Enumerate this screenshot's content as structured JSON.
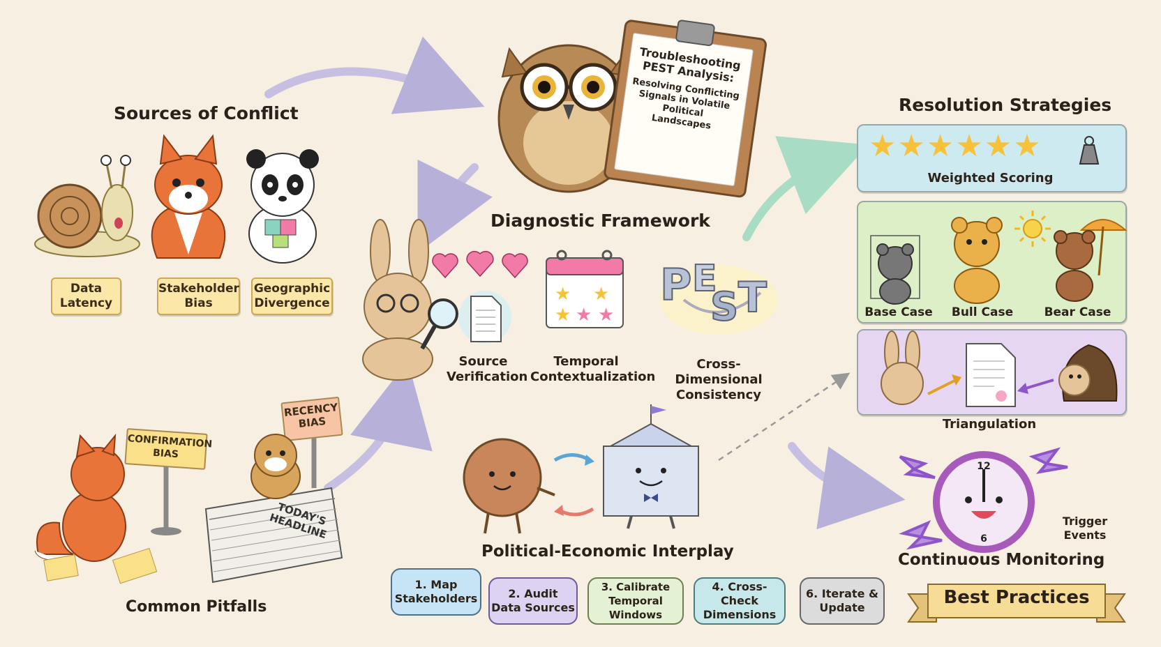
{
  "clipboard": {
    "title_line1": "Troubleshooting",
    "title_line2": "PEST Analysis:",
    "subtitle_line1": "Resolving Conflicting",
    "subtitle_line2": "Signals in Volatile",
    "subtitle_line3": "Political",
    "subtitle_line4": "Landscapes"
  },
  "sources": {
    "heading": "Sources of Conflict",
    "items": [
      {
        "line1": "Data",
        "line2": "Latency"
      },
      {
        "line1": "Stakeholder",
        "line2": "Bias"
      },
      {
        "line1": "Geographic",
        "line2": "Divergence"
      }
    ]
  },
  "pitfalls": {
    "heading": "Common Pitfalls",
    "confirmation_line1": "CONFIRMATION",
    "confirmation_line2": "BIAS",
    "recency_line1": "RECENCY",
    "recency_line2": "BIAS",
    "newspaper_line1": "TODAY'S",
    "newspaper_line2": "HEADLINE"
  },
  "diagnostic": {
    "heading": "Diagnostic Framework",
    "items": [
      {
        "line1": "Source",
        "line2": "Verification"
      },
      {
        "line1": "Temporal",
        "line2": "Contextualization"
      },
      {
        "line1": "Cross-Dimensional",
        "line2": "Consistency"
      }
    ],
    "pest_letters": [
      "P",
      "E",
      "S",
      "T"
    ]
  },
  "interplay": {
    "heading": "Political-Economic Interplay"
  },
  "resolution": {
    "heading": "Resolution Strategies",
    "weighted": "Weighted Scoring",
    "cases": [
      "Base Case",
      "Bull Case",
      "Bear Case"
    ],
    "triangulation": "Triangulation"
  },
  "monitoring": {
    "heading": "Continuous Monitoring",
    "trigger_line1": "Trigger",
    "trigger_line2": "Events",
    "clock_12": "12",
    "clock_6": "6"
  },
  "best_practices": {
    "banner": "Best Practices",
    "steps": [
      {
        "line1": "1. Map",
        "line2": "Stakeholders"
      },
      {
        "line1": "2. Audit",
        "line2": "Data Sources"
      },
      {
        "line1": "3. Calibrate",
        "line2": "Temporal Windows"
      },
      {
        "line1": "4. Cross-Check",
        "line2": "Dimensions"
      },
      {
        "line1": "6. Iterate &",
        "line2": "Update"
      }
    ]
  },
  "colors": {
    "background": "#f6efe2",
    "tag_yellow": "#fbe7a8",
    "panel_blue": "#cdeaf0",
    "panel_green": "#dcefc6",
    "panel_purple": "#e6d6f2",
    "star": "#f7c23a",
    "heart": "#f27aa6"
  }
}
